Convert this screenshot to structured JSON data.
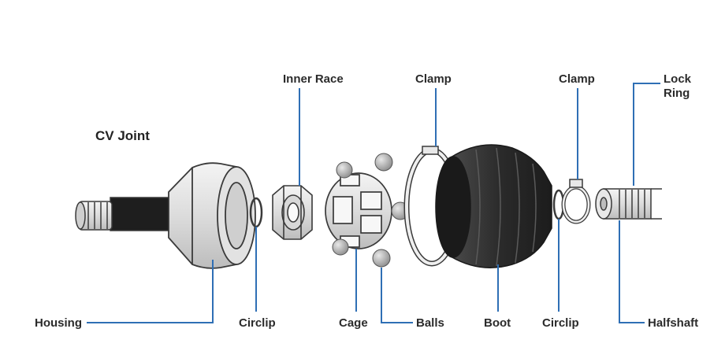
{
  "diagram": {
    "title": "CV Joint",
    "labels": {
      "inner_race": "Inner Race",
      "clamp_top": "Clamp",
      "clamp_right": "Clamp",
      "lock_ring": "Lock Ring",
      "housing": "Housing",
      "circlip_left": "Circlip",
      "cage": "Cage",
      "balls": "Balls",
      "boot": "Boot",
      "circlip_right": "Circlip",
      "halfshaft": "Halfshaft"
    },
    "colors": {
      "leader_line": "#2f6fb5",
      "outline": "#3a3a3a",
      "part_fill": "#e6e6e6",
      "boot_fill": "#2b2b2b",
      "ball_fill": "#a9a9a9"
    }
  }
}
